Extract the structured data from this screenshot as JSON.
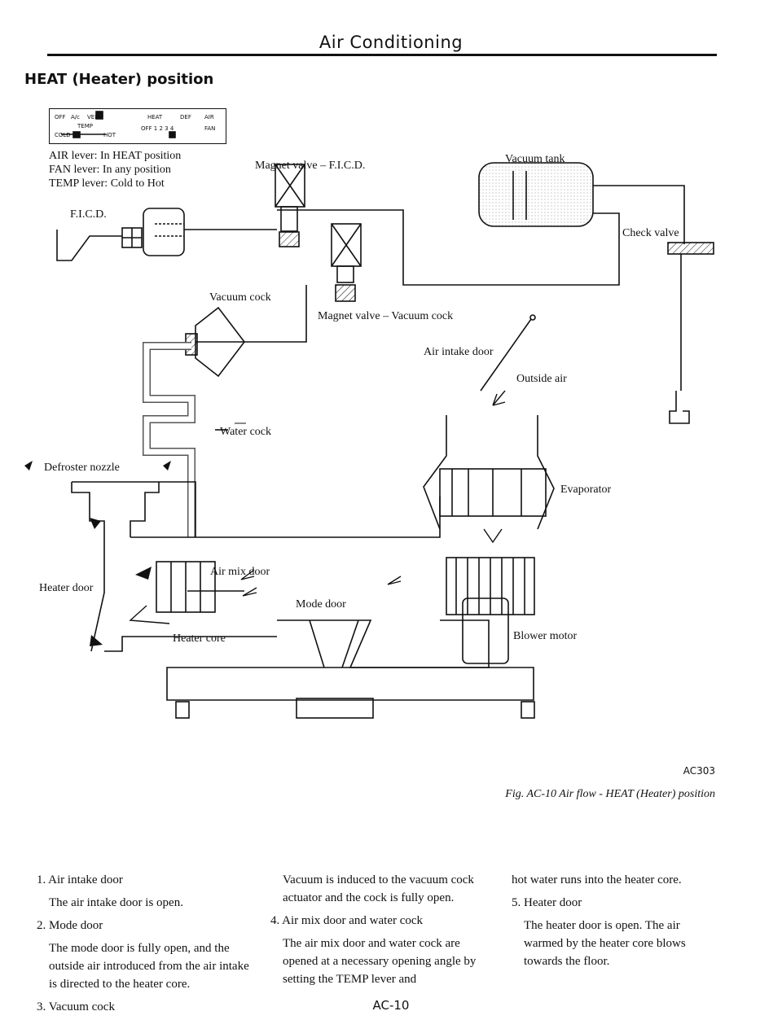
{
  "header": {
    "title": "Air Conditioning"
  },
  "section": {
    "title": "HEAT (Heater) position"
  },
  "control_panel": {
    "top_labels": [
      "OFF",
      "A/c",
      "VENT",
      "HEAT",
      "DEF",
      "AIR"
    ],
    "temp_label": "TEMP",
    "cold_label": "COLD",
    "hot_label": "HOT",
    "fan_scale": "OFF 1 2 3 4",
    "fan_label": "FAN"
  },
  "lever_notes": [
    "AIR lever: In HEAT position",
    "FAN lever: In any position",
    "TEMP lever: Cold to Hot"
  ],
  "diagram_labels": {
    "magnet_valve_ficd": "Magnet valve – F.I.C.D.",
    "vacuum_tank": "Vacuum tank",
    "ficd": "F.I.C.D.",
    "check_valve": "Check valve",
    "vacuum_cock": "Vacuum cock",
    "magnet_valve_vacuum_cock": "Magnet valve – Vacuum cock",
    "air_intake_door": "Air intake door",
    "outside_air": "Outside air",
    "water_cock": "Water cock",
    "defroster_nozzle": "Defroster nozzle",
    "evaporator": "Evaporator",
    "air_mix_door": "Air mix door",
    "heater_door": "Heater door",
    "mode_door": "Mode door",
    "heater_core": "Heater core",
    "blower_motor": "Blower motor"
  },
  "figure": {
    "code": "AC303",
    "caption": "Fig. AC-10  Air flow - HEAT (Heater) position"
  },
  "body_columns": [
    [
      {
        "text": "1.   Air intake door",
        "indent": false
      },
      {
        "text": "The air intake door is open.",
        "indent": true
      },
      {
        "text": "2.   Mode door",
        "indent": false
      },
      {
        "text": "The mode door is fully open, and the outside air introduced from the air intake is directed to the heater core.",
        "indent": true
      },
      {
        "text": "3.   Vacuum cock",
        "indent": false
      }
    ],
    [
      {
        "text": "Vacuum is induced to the vacuum cock actuator and the cock is fully open.",
        "indent": true
      },
      {
        "text": "4.   Air mix door and water cock",
        "indent": false
      },
      {
        "text": "The air mix door and water cock are opened at a necessary opening angle by setting the TEMP lever and",
        "indent": true
      }
    ],
    [
      {
        "text": "hot water runs into the heater core.",
        "indent": false
      },
      {
        "text": "5.   Heater door",
        "indent": false
      },
      {
        "text": "The heater door is open. The air warmed by the heater core blows towards the floor.",
        "indent": true
      }
    ]
  ],
  "page_number": "AC-10"
}
